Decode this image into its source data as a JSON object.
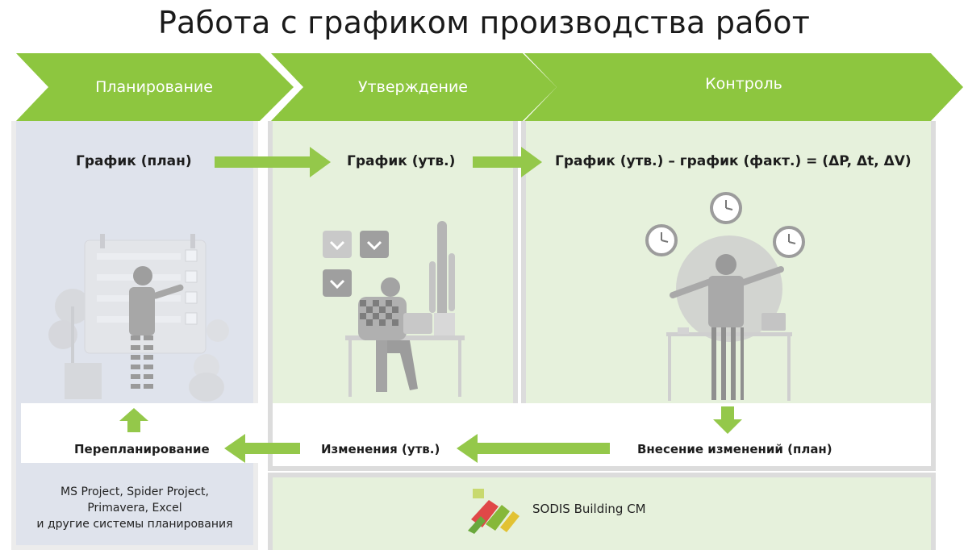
{
  "title": "Работа с графиком производства работ",
  "stages": [
    {
      "label": "Планирование"
    },
    {
      "label": "Утверждение"
    },
    {
      "label": "Контроль"
    }
  ],
  "schedule": {
    "plan": "График (план)",
    "approved": "График (утв.)",
    "control_formula": "График (утв.) – график (факт.) = (ΔP, Δt, ΔV)"
  },
  "flow": {
    "replanning": "Перепланирование",
    "changes_approved": "Изменения (утв.)",
    "changes_plan": "Внесение изменений (план)"
  },
  "planning_tools": [
    "MS Project, Spider Project,",
    "Primavera, Excel",
    "и другие системы планирования"
  ],
  "sodis_label": "SODIS Building CM",
  "colors": {
    "chevron": "#8dc63f",
    "arrow": "#94c84a",
    "plan_panel": "#dfe3ec",
    "green_panel": "#e6f1dc",
    "illustration": "#b8b8b8"
  }
}
